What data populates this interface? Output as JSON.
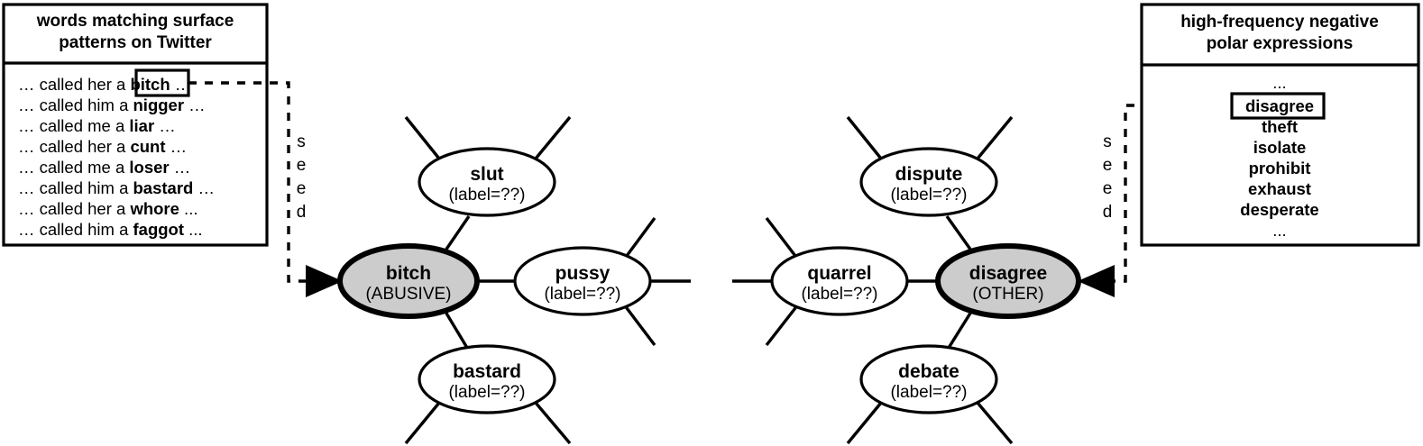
{
  "left_panel": {
    "title_line1": "words matching surface",
    "title_line2": "patterns on Twitter",
    "lines": [
      {
        "prefix": "… called her a ",
        "word": "bitch",
        "suffix": " …",
        "highlighted": true
      },
      {
        "prefix": "… called him a ",
        "word": "nigger",
        "suffix": " …",
        "highlighted": false
      },
      {
        "prefix": "… called me a ",
        "word": "liar",
        "suffix": " …",
        "highlighted": false
      },
      {
        "prefix": "… called her a ",
        "word": "cunt",
        "suffix": " …",
        "highlighted": false
      },
      {
        "prefix": "… called me a ",
        "word": "loser",
        "suffix": " …",
        "highlighted": false
      },
      {
        "prefix": "… called him a ",
        "word": "bastard",
        "suffix": " …",
        "highlighted": false
      },
      {
        "prefix": "… called her a ",
        "word": "whore",
        "suffix": " ...",
        "highlighted": false
      },
      {
        "prefix": "… called him a ",
        "word": "faggot",
        "suffix": " ...",
        "highlighted": false
      }
    ]
  },
  "right_panel": {
    "title_line1": "high-frequency negative",
    "title_line2": "polar expressions",
    "items": [
      {
        "word": "...",
        "highlighted": false,
        "ellipsis": true
      },
      {
        "word": "disagree",
        "highlighted": true,
        "ellipsis": false
      },
      {
        "word": "theft",
        "highlighted": false,
        "ellipsis": false
      },
      {
        "word": "isolate",
        "highlighted": false,
        "ellipsis": false
      },
      {
        "word": "prohibit",
        "highlighted": false,
        "ellipsis": false
      },
      {
        "word": "exhaust",
        "highlighted": false,
        "ellipsis": false
      },
      {
        "word": "desperate",
        "highlighted": false,
        "ellipsis": false
      },
      {
        "word": "...",
        "highlighted": false,
        "ellipsis": true
      }
    ]
  },
  "seed_connectors": {
    "left_label_letters": [
      "s",
      "e",
      "e",
      "d"
    ],
    "right_label_letters": [
      "s",
      "e",
      "e",
      "d"
    ]
  },
  "graph": {
    "left_cluster": {
      "seed_node": {
        "word": "bitch",
        "label": "(ABUSIVE)"
      },
      "neighbors": [
        {
          "word": "slut",
          "label": "(label=??)"
        },
        {
          "word": "pussy",
          "label": "(label=??)"
        },
        {
          "word": "bastard",
          "label": "(label=??)"
        }
      ]
    },
    "right_cluster": {
      "seed_node": {
        "word": "disagree",
        "label": "(OTHER)"
      },
      "neighbors": [
        {
          "word": "dispute",
          "label": "(label=??)"
        },
        {
          "word": "quarrel",
          "label": "(label=??)"
        },
        {
          "word": "debate",
          "label": "(label=??)"
        }
      ]
    }
  },
  "colors": {
    "seed_fill": "#cccccc",
    "node_fill": "#ffffff",
    "stroke": "#000000",
    "background": "#ffffff"
  }
}
